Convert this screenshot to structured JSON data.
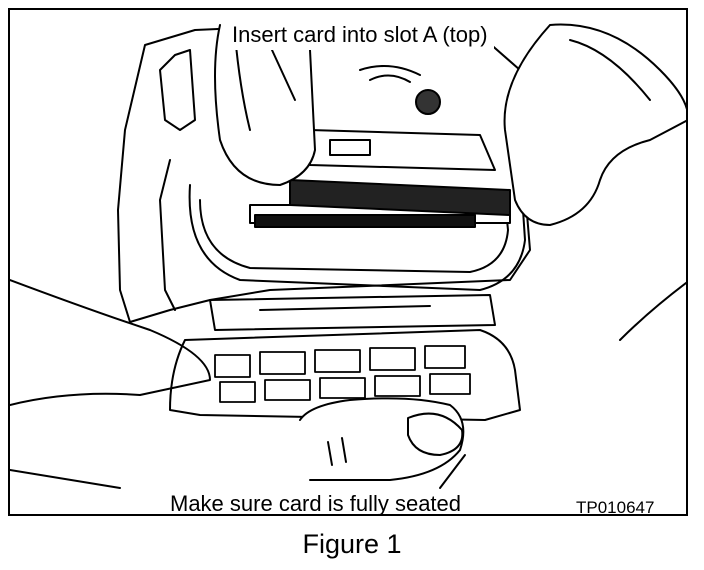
{
  "figure": {
    "top_caption": "Insert card into slot A (top)",
    "bottom_caption": "Make sure card is fully seated",
    "code": "TP010647",
    "label": "Figure 1"
  }
}
